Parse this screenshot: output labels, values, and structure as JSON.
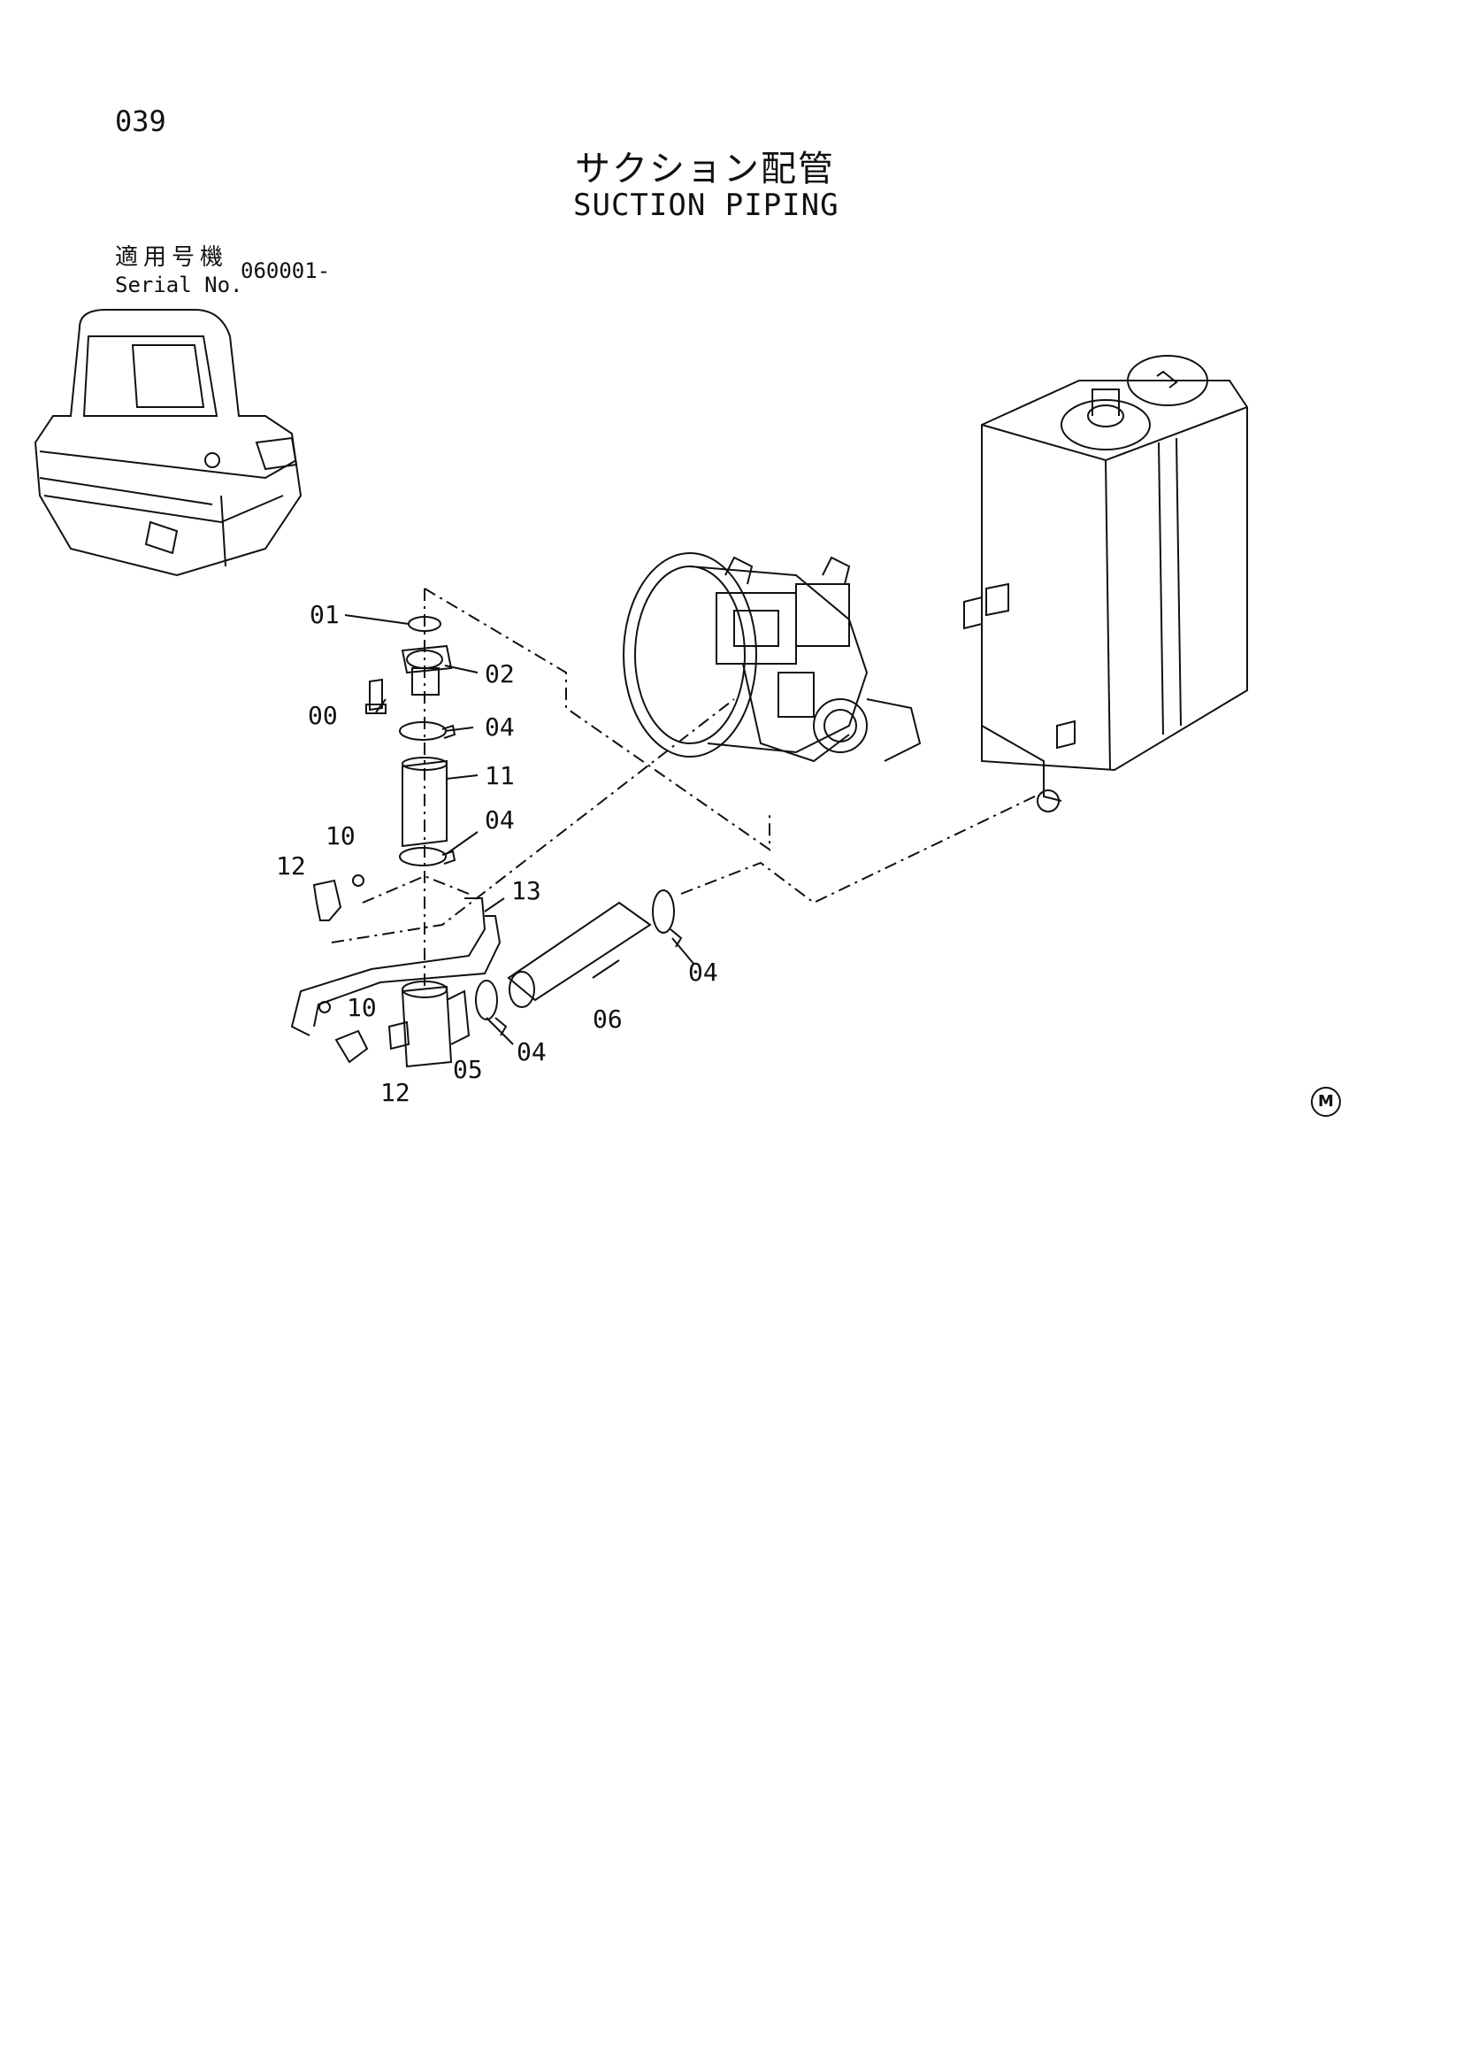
{
  "page_number": "039",
  "title_jp": "サクション配管",
  "title_en": "SUCTION PIPING",
  "serial": {
    "label_jp": "適用号機",
    "label_en": "Serial No.",
    "value": "060001-"
  },
  "callouts": {
    "c01": "01",
    "c02": "02",
    "c00": "00",
    "c04a": "04",
    "c11": "11",
    "c04b": "04",
    "c10a": "10",
    "c12a": "12",
    "c13": "13",
    "c04c": "04",
    "c06": "06",
    "c10b": "10",
    "c04d": "04",
    "c05": "05",
    "c12b": "12"
  },
  "mark": "M"
}
